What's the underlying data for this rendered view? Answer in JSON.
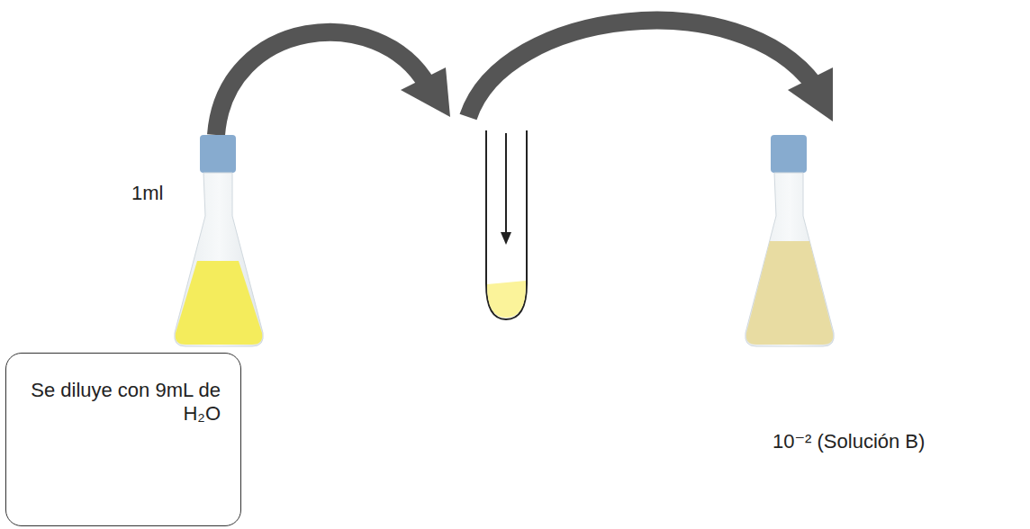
{
  "diagram": {
    "nodes": [
      {
        "text": [
          "Se diluye con 9mL de H₂O"
        ]
      }
    ],
    "labels": [
      "1ml",
      "10⁻² (Solución B)"
    ]
  }
}
